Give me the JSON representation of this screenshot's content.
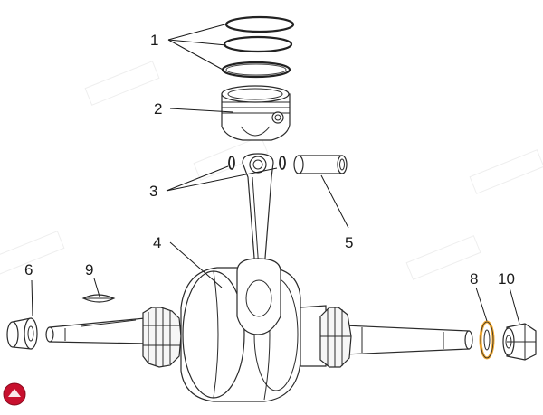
{
  "callouts": {
    "c1": "1",
    "c2": "2",
    "c3": "3",
    "c4": "4",
    "c5": "5",
    "c6": "6",
    "c8": "8",
    "c9": "9",
    "c10": "10"
  },
  "colors": {
    "logo_red": "#c8102e",
    "washer_orange": "#f0a830",
    "watermark": "#e4e4e4"
  }
}
